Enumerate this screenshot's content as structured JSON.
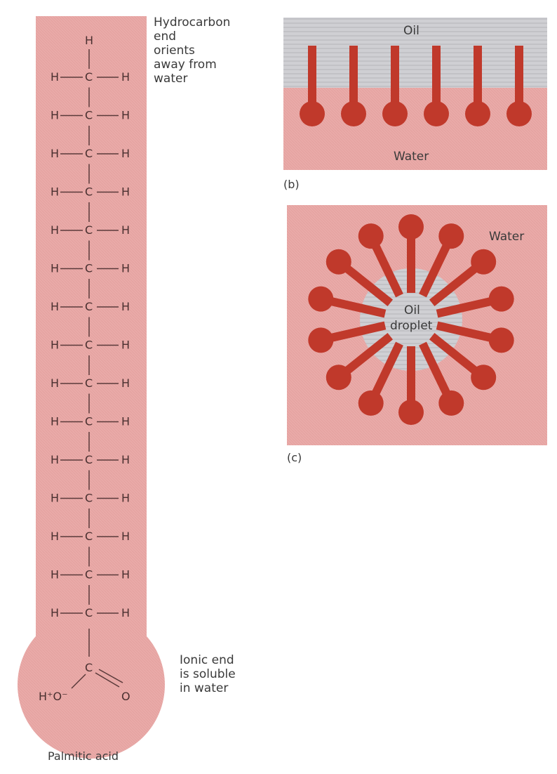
{
  "figure_a": {
    "hydrocarbon_label": [
      "Hydrocarbon",
      "end",
      "orients",
      "away from",
      "water"
    ],
    "ionic_label": [
      "Ionic end",
      "is soluble",
      "in water"
    ],
    "caption": "Palmitic acid",
    "chain_units": 15,
    "atoms": {
      "hydrogen": "H",
      "carbon": "C",
      "oxygen": "O",
      "acid_h": "H⁺O⁻",
      "double_o": "O"
    }
  },
  "figure_b": {
    "oil_label": "Oil",
    "water_label": "Water",
    "caption": "(b)",
    "molecule_count": 6
  },
  "figure_c": {
    "water_label": "Water",
    "droplet_label": [
      "Oil",
      "droplet"
    ],
    "caption": "(c)",
    "molecule_count": 14
  },
  "colors": {
    "water_pink": "#e8a8a8",
    "oil_gray": "#c8c8cc",
    "molecule_red": "#c0392b",
    "text": "#3a3a3a"
  }
}
